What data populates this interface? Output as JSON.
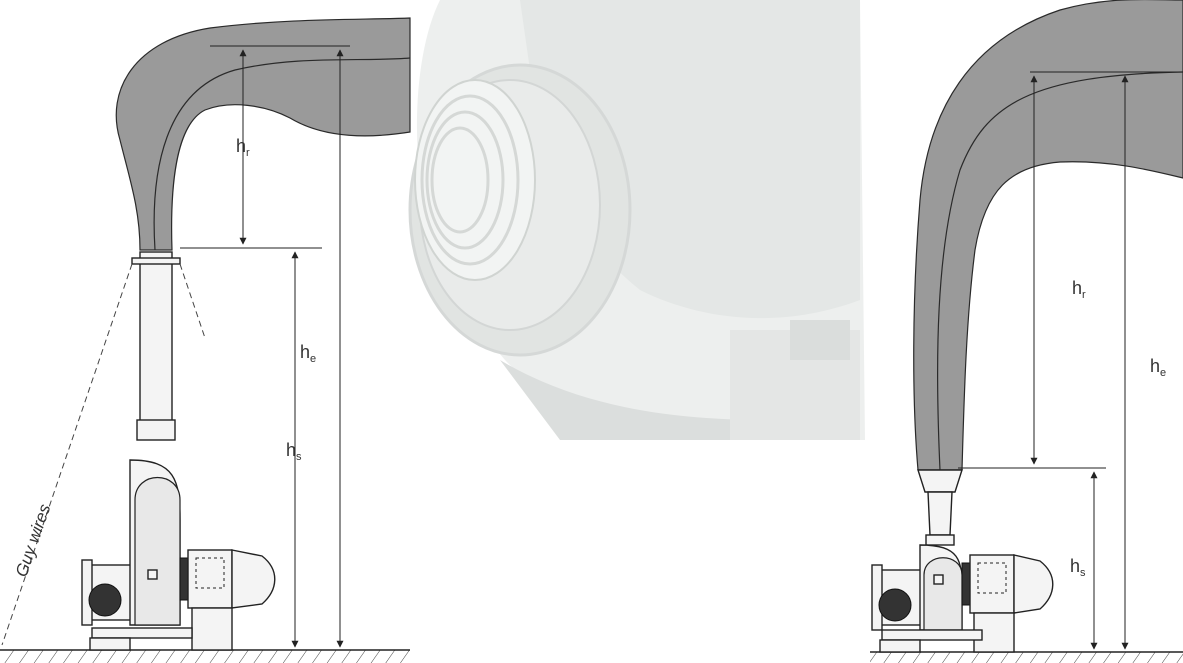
{
  "left_diagram": {
    "labels": {
      "h_r": {
        "base": "h",
        "sub": "r"
      },
      "h_e": {
        "base": "h",
        "sub": "e"
      },
      "h_s": {
        "base": "h",
        "sub": "s"
      },
      "guy_wires": "Guy wires"
    }
  },
  "right_diagram": {
    "labels": {
      "h_r": {
        "base": "h",
        "sub": "r"
      },
      "h_e": {
        "base": "h",
        "sub": "e"
      },
      "h_s": {
        "base": "h",
        "sub": "s"
      }
    }
  },
  "colors": {
    "plume": "#9a9a9a",
    "line": "#222222",
    "photo_fade": "#e6e8e6"
  }
}
